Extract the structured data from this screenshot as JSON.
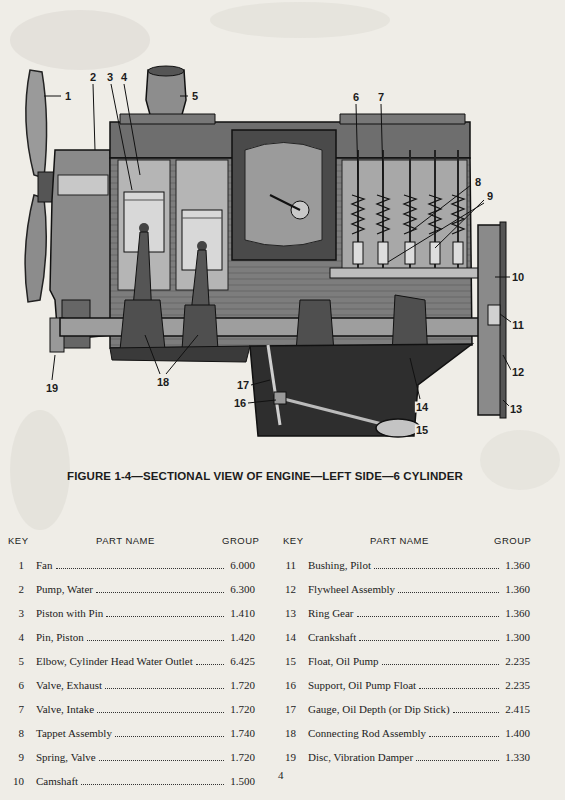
{
  "diagram": {
    "caption": "FIGURE 1-4—SECTIONAL VIEW OF ENGINE—LEFT SIDE—6 CYLINDER",
    "labels": [
      "1",
      "2",
      "3",
      "4",
      "5",
      "6",
      "7",
      "8",
      "9",
      "10",
      "11",
      "12",
      "13",
      "14",
      "15",
      "16",
      "17",
      "18",
      "19",
      "KEY",
      "PART NAME",
      "GROUP",
      "KEY",
      "PART NAME",
      "GROUP",
      "1",
      "Fan",
      "6.000",
      "2",
      "Pump, Water",
      "6.300",
      "3",
      "Piston with Pin",
      "1.410",
      "4",
      "Pin, Piston",
      "1.420",
      "5",
      "Elbow, Cylinder Head Water Outlet",
      "6.425",
      "6",
      "Valve, Exhaust",
      "1.720",
      "7",
      "Valve, Intake",
      "1.720",
      "8",
      "Tappet Assembly",
      "1.740",
      "9",
      "Spring, Valve",
      "1.720",
      "10",
      "Camshaft",
      "1.500",
      "11",
      "Bushing, Pilot",
      "1.360",
      "12",
      "Flywheel Assembly",
      "1.360",
      "13",
      "Ring Gear",
      "1.360",
      "14",
      "Crankshaft",
      "1.300",
      "15",
      "Float, Oil Pump",
      "2.235",
      "16",
      "Support, Oil Pump Float",
      "2.235",
      "17",
      "Gauge, Oil Depth (or Dip Stick)",
      "2.415",
      "18",
      "Connecting Rod Assembly",
      "1.400",
      "19",
      "Disc, Vibration Damper",
      "1.330",
      "4"
    ]
  }
}
